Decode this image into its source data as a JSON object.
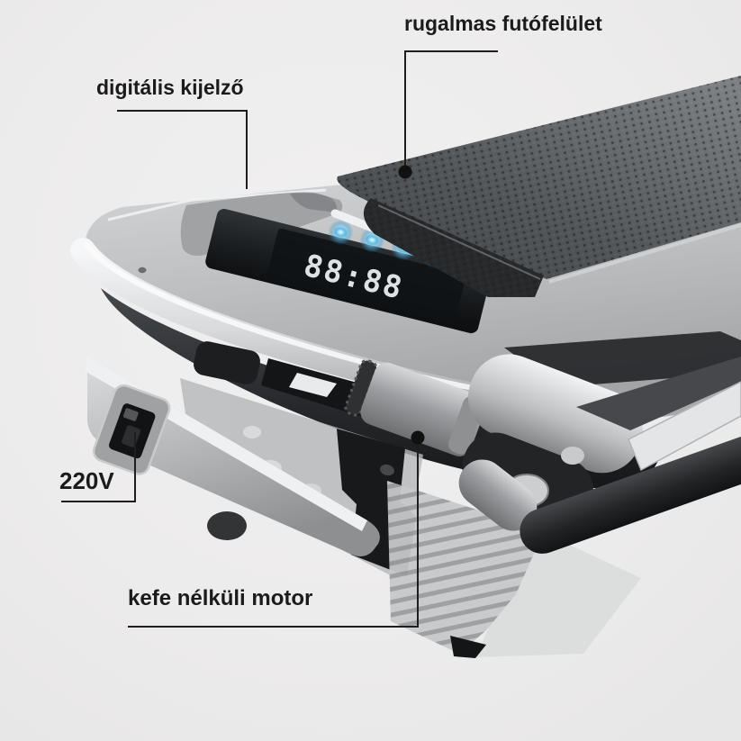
{
  "scene": {
    "description": "Exploded-view product diagram of a flat walking-pad treadmill with four annotated parts",
    "background_color": "#edecec"
  },
  "callouts": {
    "display": {
      "label": "digitális kijelző"
    },
    "belt": {
      "label": "rugalmas futófelület"
    },
    "power": {
      "label": "220V"
    },
    "motor": {
      "label": "kefe nélküli motor"
    }
  },
  "display_panel": {
    "readout": "88:88",
    "led_count": 4,
    "led_color": "#8adcf7"
  },
  "colors": {
    "label_text": "#1b1b1b",
    "leader_line": "#1e1e1e",
    "belt": "#4b4e52",
    "deck_silver": "#c6c8ca",
    "display_glass": "#17191b"
  }
}
